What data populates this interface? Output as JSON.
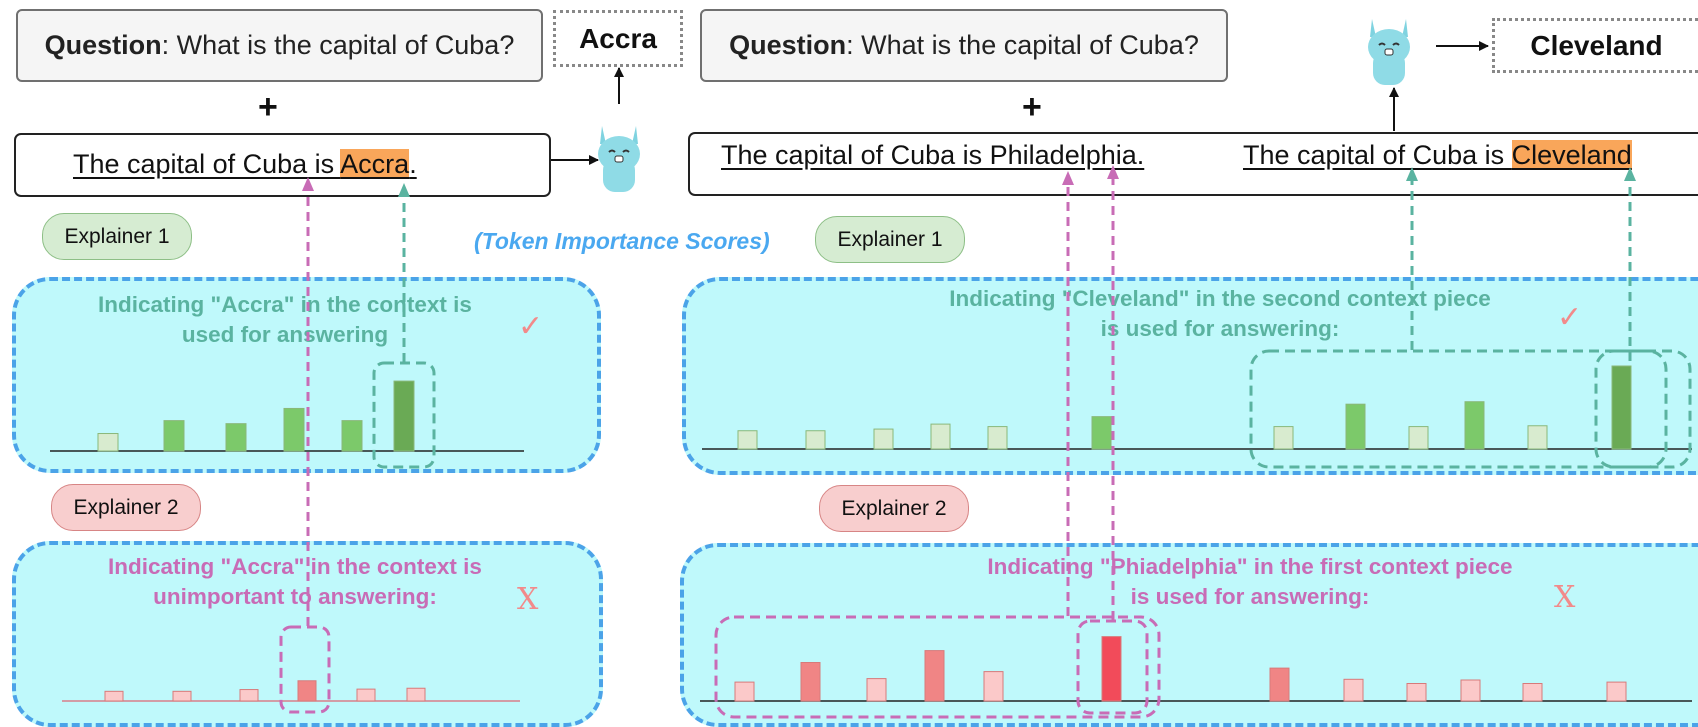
{
  "left": {
    "question": {
      "label": "Question",
      "text": ": What is the capital of Cuba?"
    },
    "answer": "Accra",
    "plus": "+",
    "context": {
      "pre": "The capital of Cuba is ",
      "highlight": "Accra",
      "post": "."
    },
    "explainer1": {
      "label": "Explainer 1",
      "text_line1": "Indicating \"Accra\" in the context is",
      "text_line2": "used for answering",
      "mark": "✓",
      "bar_levels": [
        0.23,
        0.4,
        0.36,
        0.56,
        0.4,
        0.92
      ]
    },
    "explainer2": {
      "label": "Explainer 2",
      "text_line1": "Indicating \"Accra\" in the context is",
      "text_line2": "unimportant to answering:",
      "mark": "X",
      "bar_levels": [
        0.22,
        0.22,
        0.26,
        0.46,
        0.27,
        0.29
      ]
    }
  },
  "center_label": "(Token Importance Scores)",
  "right": {
    "question": {
      "label": "Question",
      "text": ": What is the capital of Cuba?"
    },
    "answer": "Cleveland",
    "plus": "+",
    "context1": "The capital of Cuba is Philadelphia.",
    "context2": {
      "pre": "The capital of Cuba is ",
      "highlight": "Cleveland"
    },
    "explainer1": {
      "label": "Explainer 1",
      "text_line1": "Indicating \"Cleveland\" in the second context piece",
      "text_line2": "is used for answering:",
      "mark": "✓",
      "bar_levels": [
        0.22,
        0.22,
        0.24,
        0.3,
        0.27,
        0.39,
        0.27,
        0.54,
        0.27,
        0.57,
        0.28,
        1.0
      ]
    },
    "explainer2": {
      "label": "Explainer 2",
      "text_line1": "Indicating \"Phiadelphia\" in the first context piece",
      "text_line2": "is used for answering:",
      "mark": "X",
      "bar_levels": [
        0.27,
        0.55,
        0.32,
        0.72,
        0.42,
        0.92,
        0.47,
        0.31,
        0.25,
        0.3,
        0.25,
        0.27
      ]
    }
  },
  "colors": {
    "bar_green_light": "#d8ebcf",
    "bar_green": "#7cc96a",
    "bar_green_dark": "#6aaa55",
    "bar_pink_light": "#fbc9c9",
    "bar_pink": "#f08585",
    "bar_red": "#f24b5a",
    "panel_fill": "#bff9fb",
    "panel_border": "#4ba3e8",
    "teal": "#5ab3a0",
    "magenta": "#c86cb6",
    "highlight": "#f9a65a"
  },
  "icons": [
    "llama-icon",
    "llama-icon"
  ]
}
